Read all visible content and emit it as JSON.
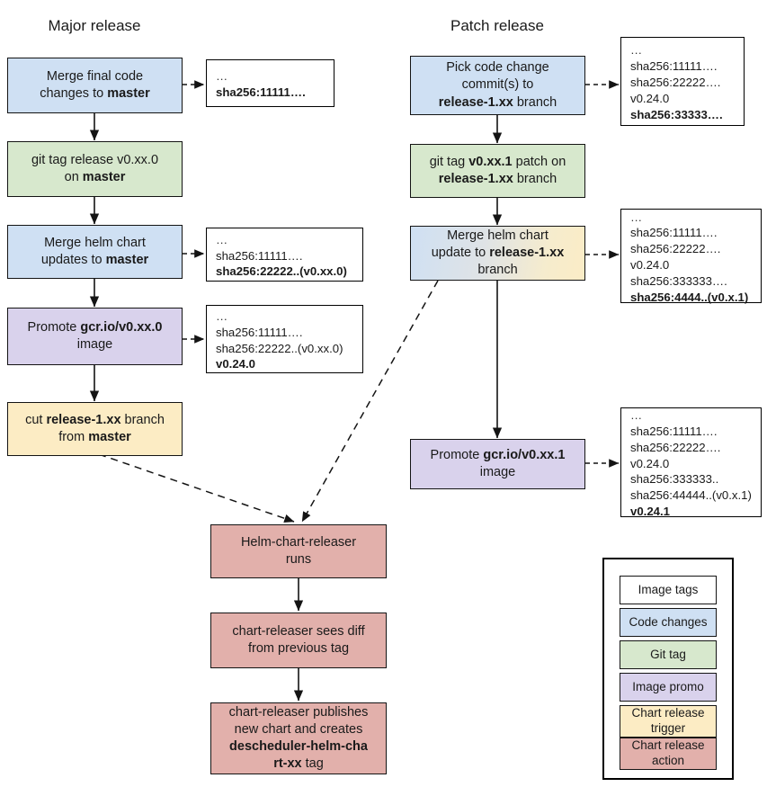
{
  "diagram": {
    "title_major": "Major release",
    "title_patch": "Patch release"
  },
  "colors": {
    "code_changes": "#cfe0f3",
    "git_tag": "#d7e8cd",
    "image_promo": "#d9d2ec",
    "chart_release_trigger": "#fcecc4",
    "chart_release_action": "#e2b0ab",
    "image_tags": "#ffffff",
    "stroke": "#141414"
  },
  "major": {
    "steps": [
      {
        "id": "merge-final-code",
        "line1": "Merge final code",
        "line2a": "changes to ",
        "line2b": "master",
        "type": "code_changes"
      },
      {
        "id": "git-tag-release",
        "line1": "git tag release v0.xx.0",
        "line2a": "on ",
        "line2b": "master",
        "type": "git_tag"
      },
      {
        "id": "merge-helm-chart-updates",
        "line1": "Merge helm chart",
        "line2a": "updates to ",
        "line2b": "master",
        "type": "code_changes"
      },
      {
        "id": "promote-image-major",
        "line1a": "Promote ",
        "line1b": "gcr.io/v0.xx.0",
        "line2": "image",
        "type": "image_promo"
      },
      {
        "id": "cut-release-branch",
        "line1a": "cut ",
        "line1b": "release-1.xx",
        "line1c": " branch",
        "line2a": "from ",
        "line2b": "master",
        "type": "chart_release_trigger"
      }
    ],
    "annotations": [
      {
        "id": "annot-major-1",
        "lines": [
          {
            "t": "…",
            "bold": false
          },
          {
            "t": "sha256:11111….",
            "bold": true
          }
        ]
      },
      {
        "id": "annot-major-2",
        "lines": [
          {
            "t": "…",
            "bold": false
          },
          {
            "t": "sha256:11111….",
            "bold": false
          },
          {
            "t": "sha256:22222..(v0.xx.0)",
            "bold": true
          }
        ]
      },
      {
        "id": "annot-major-3",
        "lines": [
          {
            "t": "…",
            "bold": false
          },
          {
            "t": "sha256:11111….",
            "bold": false
          },
          {
            "t": "sha256:22222..(v0.xx.0)",
            "bold": false
          },
          {
            "t": "v0.24.0",
            "bold": true
          }
        ]
      }
    ]
  },
  "patch": {
    "steps": [
      {
        "id": "pick-code-change",
        "line1": "Pick code change",
        "line2": "commit(s) to",
        "line3a": "release-1.xx",
        "line3b": " branch",
        "type": "code_changes"
      },
      {
        "id": "git-tag-patch",
        "line1a": "git tag ",
        "line1b": "v0.xx.1",
        "line1c": " patch on",
        "line2a": "release-1.xx",
        "line2b": " branch",
        "type": "git_tag"
      },
      {
        "id": "merge-helm-chart-update-branch",
        "line1": "Merge helm chart",
        "line2a": "update to ",
        "line2b": "release-1.xx",
        "line3": "branch",
        "type": "gradient_code_to_trigger"
      },
      {
        "id": "promote-image-patch",
        "line1a": "Promote ",
        "line1b": "gcr.io/v0.xx.1",
        "line2": "image",
        "type": "image_promo"
      }
    ],
    "annotations": [
      {
        "id": "annot-patch-1",
        "lines": [
          {
            "t": "…",
            "bold": false
          },
          {
            "t": "sha256:11111….",
            "bold": false
          },
          {
            "t": "sha256:22222….",
            "bold": false
          },
          {
            "t": "v0.24.0",
            "bold": false
          },
          {
            "t": "sha256:33333….",
            "bold": true
          }
        ]
      },
      {
        "id": "annot-patch-2",
        "lines": [
          {
            "t": "…",
            "bold": false
          },
          {
            "t": "sha256:11111….",
            "bold": false
          },
          {
            "t": "sha256:22222….",
            "bold": false
          },
          {
            "t": "v0.24.0",
            "bold": false
          },
          {
            "t": "sha256:333333….",
            "bold": false
          },
          {
            "t": "sha256:4444..(v0.x.1)",
            "bold": true
          }
        ]
      },
      {
        "id": "annot-patch-3",
        "lines": [
          {
            "t": "…",
            "bold": false
          },
          {
            "t": "sha256:11111….",
            "bold": false
          },
          {
            "t": "sha256:22222….",
            "bold": false
          },
          {
            "t": "v0.24.0",
            "bold": false
          },
          {
            "t": "sha256:333333..",
            "bold": false
          },
          {
            "t": "sha256:44444..(v0.x.1)",
            "bold": false
          },
          {
            "t": "v0.24.1",
            "bold": true
          }
        ]
      }
    ]
  },
  "releaser": {
    "steps": [
      {
        "id": "helm-chart-releaser-runs",
        "line1": "Helm-chart-releaser",
        "line2": "runs"
      },
      {
        "id": "chart-releaser-sees-diff",
        "line1": "chart-releaser sees diff",
        "line2": "from previous tag"
      },
      {
        "id": "chart-releaser-publishes",
        "line1": "chart-releaser publishes",
        "line2": "new chart and creates",
        "line3b": "descheduler-helm-cha",
        "line4b": "rt-xx",
        "line4c": " tag"
      }
    ]
  },
  "legend": {
    "items": [
      {
        "id": "legend-image-tags",
        "label": "Image tags",
        "type": "image_tags"
      },
      {
        "id": "legend-code-changes",
        "label": "Code changes",
        "type": "code_changes"
      },
      {
        "id": "legend-git-tag",
        "label": "Git tag",
        "type": "git_tag"
      },
      {
        "id": "legend-image-promo",
        "label": "Image promo",
        "type": "image_promo"
      },
      {
        "id": "legend-chart-release-trigger",
        "label1": "Chart release",
        "label2": "trigger",
        "type": "chart_release_trigger"
      },
      {
        "id": "legend-chart-release-action",
        "label1": "Chart release",
        "label2": "action",
        "type": "chart_release_action"
      }
    ]
  }
}
